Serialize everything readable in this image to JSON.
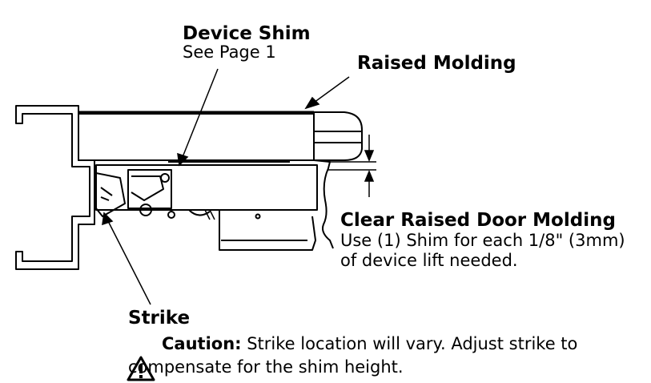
{
  "labels": {
    "device_shim": {
      "title": "Device Shim",
      "note": "See Page 1"
    },
    "raised_molding": {
      "title": "Raised Molding"
    },
    "clear_molding": {
      "title": "Clear Raised Door Molding",
      "line1": "Use (1) Shim for each 1/8\" (3mm)",
      "line2": "of device lift needed."
    },
    "strike": {
      "title": "Strike"
    },
    "caution": {
      "heading": "Caution:",
      "line1": " Strike location will vary. Adjust strike to",
      "line2": "compensate for the shim height."
    }
  },
  "colors": {
    "ink": "#000000",
    "warning_fill": "#ffffff"
  },
  "icons": {
    "warning": "warning-triangle-icon"
  }
}
